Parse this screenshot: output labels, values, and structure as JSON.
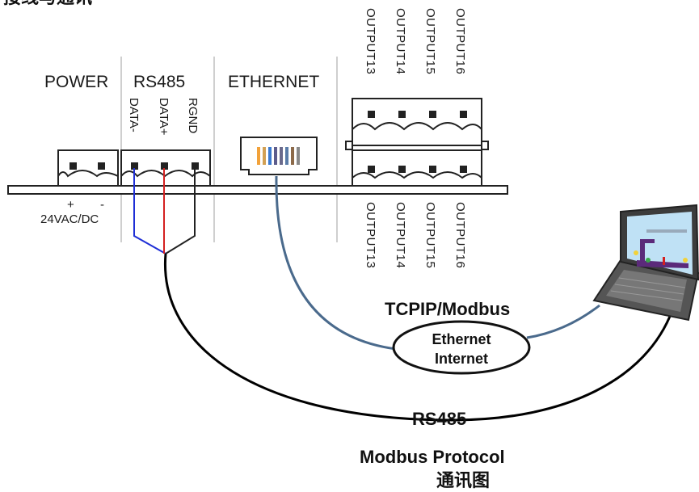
{
  "page_title_partial": "接线与通讯",
  "sections": {
    "power": "POWER",
    "rs485": "RS485",
    "ethernet": "ETHERNET"
  },
  "rs485_pins": [
    "DATA-",
    "DATA+",
    "RGND"
  ],
  "power_pins": {
    "plus": "+",
    "minus": "-",
    "rating": "24VAC/DC"
  },
  "outputs_top": [
    "OUTPUT13",
    "OUTPUT14",
    "OUTPUT15",
    "OUTPUT16"
  ],
  "outputs_bottom": [
    "OUTPUT13",
    "OUTPUT14",
    "OUTPUT15",
    "OUTPUT16"
  ],
  "network": {
    "protocol_tcp": "TCPIP/Modbus",
    "cloud_line1": "Ethernet",
    "cloud_line2": "Internet"
  },
  "serial": {
    "label": "RS485",
    "protocol": "Modbus Protocol"
  },
  "caption": "通讯图",
  "colors": {
    "data_minus_wire": "#1f2fd6",
    "data_plus_wire": "#d42020",
    "ethernet_cable": "#4a6a8c",
    "rs485_cable": "#000000",
    "laptop_screen": "#bfe1f5",
    "laptop_body": "#4a4a4a",
    "rj45_pins": [
      "#f2a23a",
      "#d2a054",
      "#3b7ad0",
      "#5c5c8c",
      "#6a6a8c",
      "#5a7ca8",
      "#8c6a4a",
      "#888888"
    ]
  }
}
